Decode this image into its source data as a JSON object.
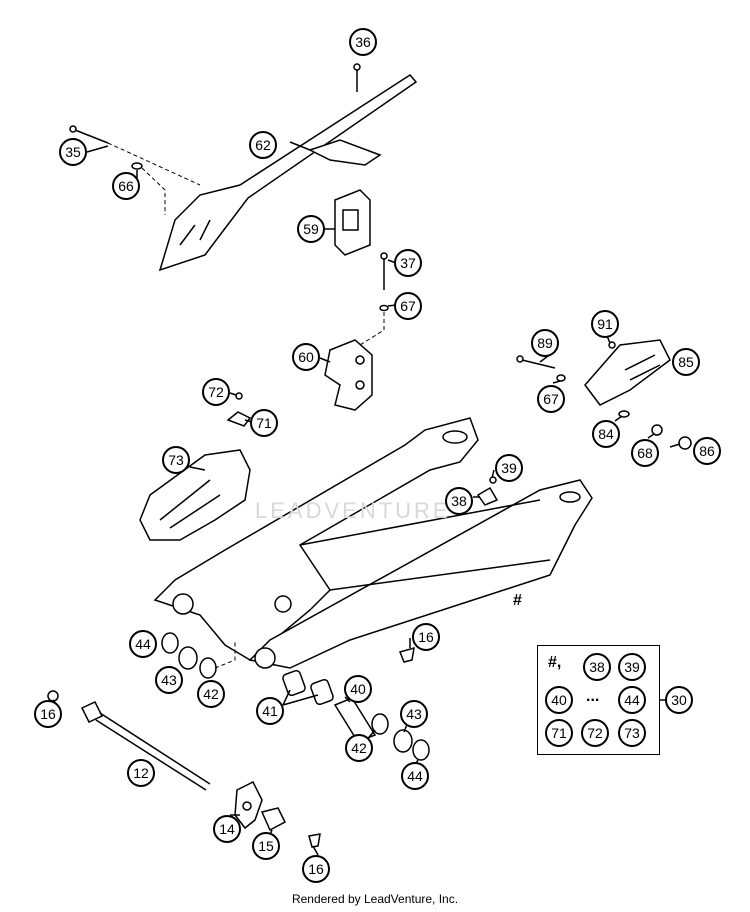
{
  "callouts": [
    {
      "id": "c36",
      "label": "36"
    },
    {
      "id": "c62",
      "label": "62"
    },
    {
      "id": "c35",
      "label": "35"
    },
    {
      "id": "c66",
      "label": "66"
    },
    {
      "id": "c59",
      "label": "59"
    },
    {
      "id": "c37",
      "label": "37"
    },
    {
      "id": "c67a",
      "label": "67"
    },
    {
      "id": "c60",
      "label": "60"
    },
    {
      "id": "c89",
      "label": "89"
    },
    {
      "id": "c91",
      "label": "91"
    },
    {
      "id": "c85",
      "label": "85"
    },
    {
      "id": "c67b",
      "label": "67"
    },
    {
      "id": "c72",
      "label": "72"
    },
    {
      "id": "c71",
      "label": "71"
    },
    {
      "id": "c84",
      "label": "84"
    },
    {
      "id": "c68",
      "label": "68"
    },
    {
      "id": "c86",
      "label": "86"
    },
    {
      "id": "c73",
      "label": "73"
    },
    {
      "id": "c39",
      "label": "39"
    },
    {
      "id": "c38",
      "label": "38"
    },
    {
      "id": "c16a",
      "label": "16"
    },
    {
      "id": "c44a",
      "label": "44"
    },
    {
      "id": "c43a",
      "label": "43"
    },
    {
      "id": "c42a",
      "label": "42"
    },
    {
      "id": "c40",
      "label": "40"
    },
    {
      "id": "c41",
      "label": "41"
    },
    {
      "id": "c43b",
      "label": "43"
    },
    {
      "id": "c42b",
      "label": "42"
    },
    {
      "id": "c44b",
      "label": "44"
    },
    {
      "id": "c16b",
      "label": "16"
    },
    {
      "id": "c12",
      "label": "12"
    },
    {
      "id": "c14",
      "label": "14"
    },
    {
      "id": "c15",
      "label": "15"
    },
    {
      "id": "c16c",
      "label": "16"
    },
    {
      "id": "c30",
      "label": "30"
    }
  ],
  "swingarm_marker": "#",
  "kit": {
    "prefix": "#,",
    "row1": [
      "38",
      "39"
    ],
    "row2_start": "40",
    "ellipsis": "...",
    "row2_end": "44",
    "row3": [
      "71",
      "72",
      "73"
    ]
  },
  "watermark": "LEADVENTURE",
  "footer": "Rendered by LeadVenture, Inc."
}
